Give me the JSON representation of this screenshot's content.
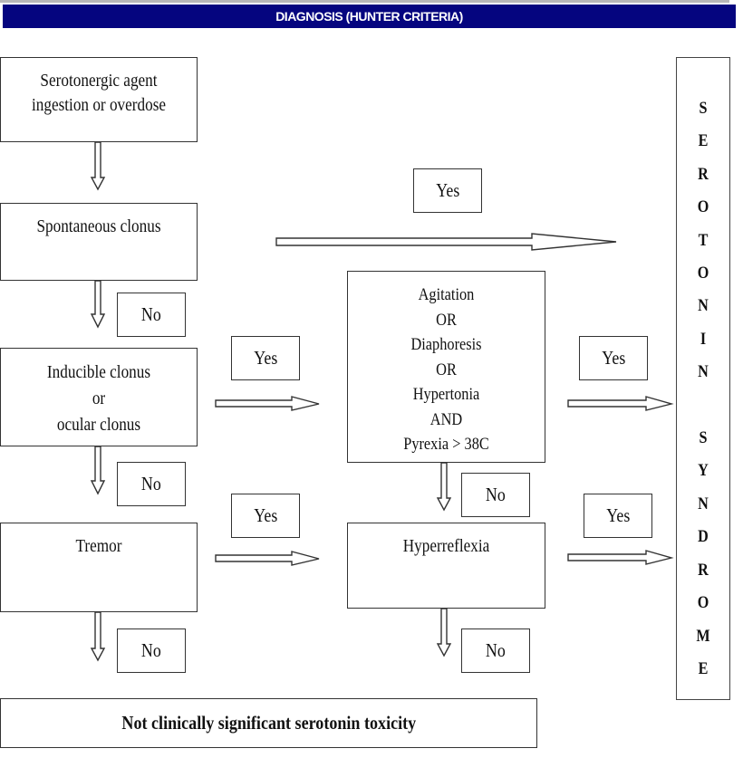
{
  "header": {
    "title": "DIAGNOSIS (HUNTER CRITERIA)"
  },
  "nodes": {
    "start": [
      "Serotonergic agent",
      "ingestion or overdose"
    ],
    "spontaneous_clonus": [
      "Spontaneous clonus"
    ],
    "inducible_clonus": [
      "Inducible clonus",
      "or",
      "ocular clonus"
    ],
    "tremor": [
      "Tremor"
    ],
    "symptoms": [
      "Agitation",
      "OR",
      "Diaphoresis",
      "OR",
      "Hypertonia",
      "AND",
      "Pyrexia > 38C"
    ],
    "hyperreflexia": [
      "Hyperreflexia"
    ],
    "not_significant": "Not clinically significant serotonin toxicity",
    "outcome": [
      "S",
      "E",
      "R",
      "O",
      "T",
      "O",
      "N",
      "I",
      "N",
      "",
      "S",
      "Y",
      "N",
      "D",
      "R",
      "O",
      "M",
      "E"
    ]
  },
  "labels": {
    "yes": "Yes",
    "no": "No"
  }
}
